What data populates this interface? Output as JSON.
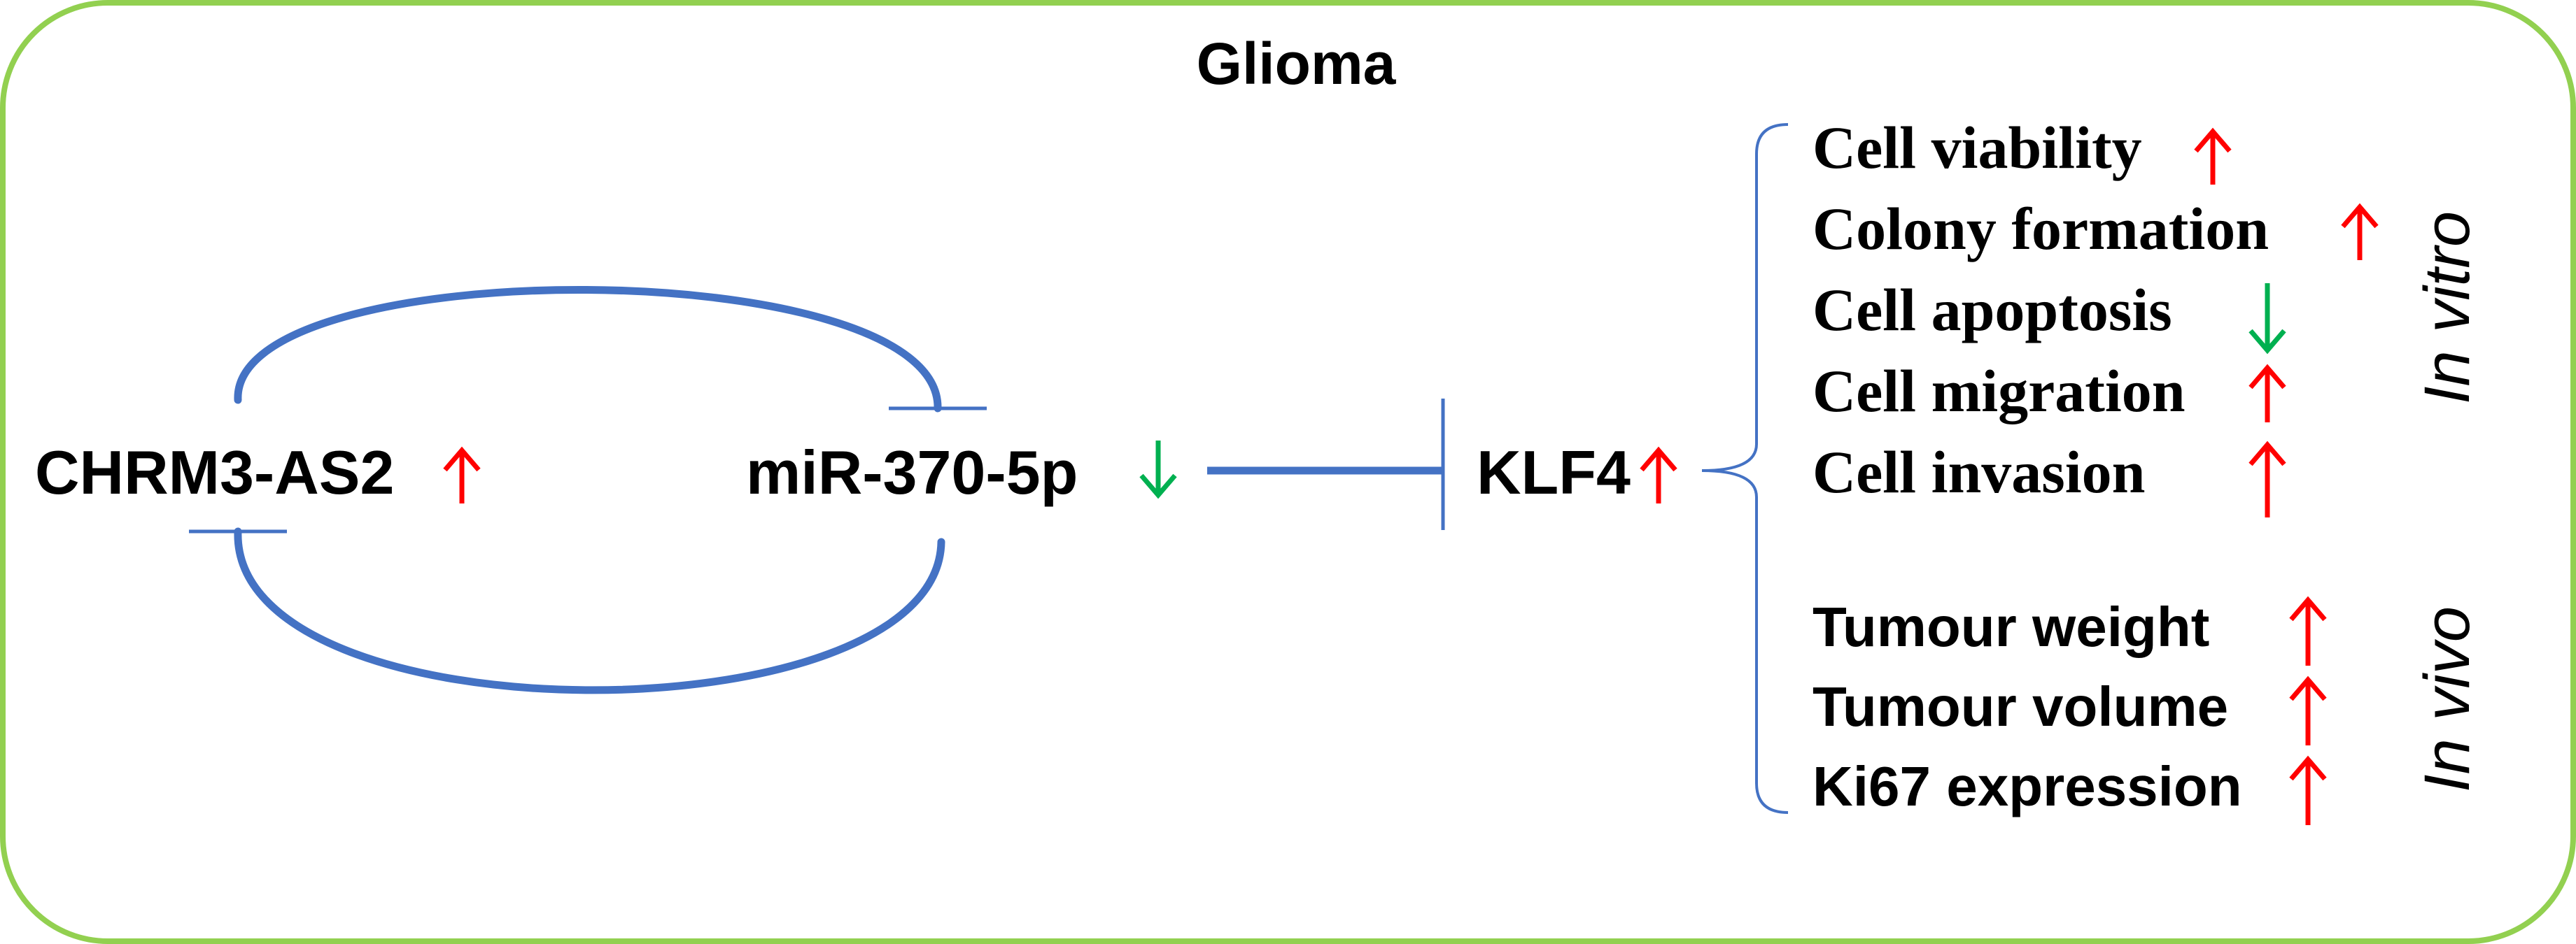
{
  "title": "Glioma",
  "colors": {
    "frame": "#92D050",
    "connector": "#4472C4",
    "up_arrow": "#FF0000",
    "down_arrow": "#00B050",
    "text": "#000000"
  },
  "nodes": {
    "lncrna": {
      "label": "CHRM3-AS2",
      "trend": "up"
    },
    "mirna": {
      "label": "miR-370-5p",
      "trend": "down"
    },
    "target": {
      "label": "KLF4",
      "trend": "up"
    }
  },
  "in_vitro": {
    "label": "In vitro",
    "items": [
      {
        "label": "Cell viability",
        "trend": "up"
      },
      {
        "label": "Colony formation",
        "trend": "up"
      },
      {
        "label": "Cell apoptosis",
        "trend": "down"
      },
      {
        "label": "Cell migration",
        "trend": "up"
      },
      {
        "label": "Cell invasion",
        "trend": "up"
      }
    ]
  },
  "in_vivo": {
    "label": "In vivo",
    "items": [
      {
        "label": "Tumour weight",
        "trend": "up"
      },
      {
        "label": "Tumour volume",
        "trend": "up"
      },
      {
        "label": "Ki67 expression",
        "trend": "up"
      }
    ]
  }
}
